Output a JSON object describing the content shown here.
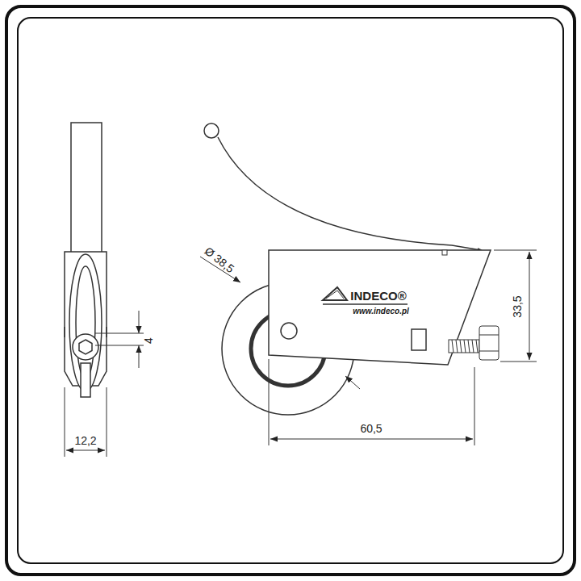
{
  "diagram": {
    "labels": [
      "Ø 38,5",
      "4",
      "12,2",
      "60,5",
      "33,5",
      "INDECO®",
      "www.indeco.pl"
    ]
  }
}
